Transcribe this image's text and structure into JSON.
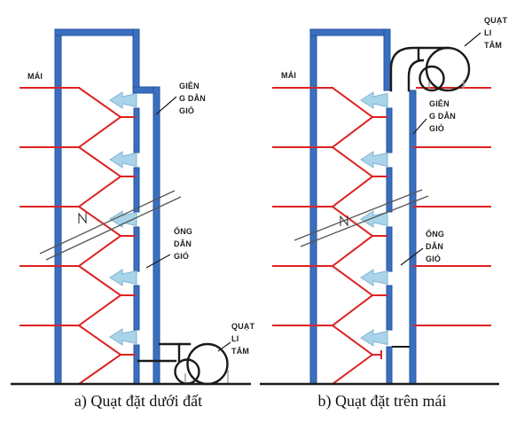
{
  "colors": {
    "wall": "#3a6fc0",
    "wall_edge": "#24539e",
    "red": "#dd2222",
    "black": "#1a1a1a",
    "gray": "#999999",
    "gray_dark": "#555555",
    "arrow": "#a9d4e9",
    "arrow_edge": "#7fb4d2",
    "label": "#222222"
  },
  "diagram_a": {
    "caption": "a) Quạt đặt dưới đất",
    "roof_label": "MÁI",
    "shaft_label_lines": [
      "GIÊN",
      "G DẪN",
      "GIÓ"
    ],
    "duct_label_lines": [
      "ỐNG",
      "DẪN",
      "GIÓ"
    ],
    "fan_label_lines": [
      "QUẠT",
      "LI",
      "TÂM"
    ]
  },
  "diagram_b": {
    "caption": "b) Quạt đặt trên mái",
    "roof_label": "MÁI",
    "shaft_label_lines": [
      "GIÊN",
      "G DẪN",
      "GIÓ"
    ],
    "duct_label_lines": [
      "ỐNG",
      "DẪN",
      "GIÓ"
    ],
    "fan_label_lines": [
      "QUẠT",
      "LI",
      "TÂM"
    ]
  }
}
